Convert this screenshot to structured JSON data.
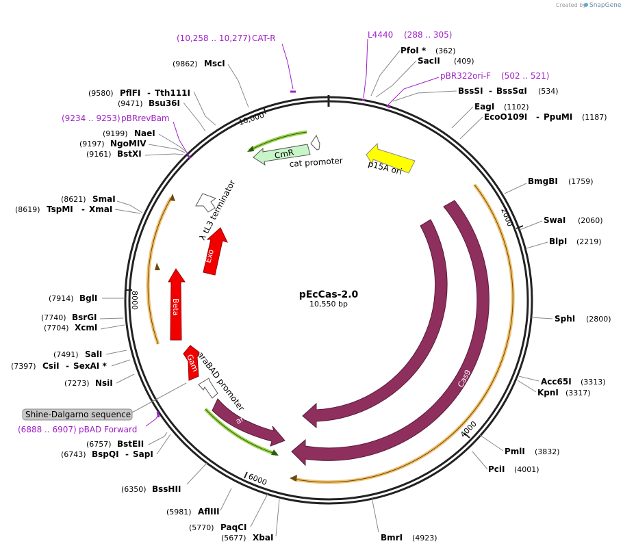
{
  "branding": {
    "created_by": "Created by",
    "app": "SnapGene"
  },
  "plasmid": {
    "name": "pEcCas-2.0",
    "length": "10,550 bp"
  },
  "tick_labels": [
    "10,000",
    "2000",
    "4000",
    "6000",
    "8000"
  ],
  "primers": [
    {
      "range": "(10,258 .. 10,277)",
      "name": "CAT-R"
    },
    {
      "name": "L4440",
      "range": "(288 .. 305)"
    },
    {
      "name": "pBR322ori-F",
      "range": "(502 .. 521)"
    },
    {
      "range": "(9234 .. 9253)",
      "name": "pBRrevBam"
    },
    {
      "range": "(6888 .. 6907)",
      "name": "pBAD Forward"
    }
  ],
  "sites_left": [
    {
      "pos": "(9862)",
      "name": "MscI"
    },
    {
      "pos": "(9580)",
      "name": "PflFI",
      "name2": "Tth111I"
    },
    {
      "pos": "(9471)",
      "name": "Bsu36I"
    },
    {
      "pos": "(9199)",
      "name": "NaeI"
    },
    {
      "pos": "(9197)",
      "name": "NgoMIV"
    },
    {
      "pos": "(9161)",
      "name": "BstXI"
    },
    {
      "pos": "(8621)",
      "name": "SmaI"
    },
    {
      "pos": "(8619)",
      "name": "TspMI",
      "name2": "XmaI"
    },
    {
      "pos": "(7914)",
      "name": "BglI"
    },
    {
      "pos": "(7740)",
      "name": "BsrGI"
    },
    {
      "pos": "(7704)",
      "name": "XcmI"
    },
    {
      "pos": "(7491)",
      "name": "SalI"
    },
    {
      "pos": "(7397)",
      "name": "CsiI",
      "name2": "SexAI *"
    },
    {
      "pos": "(7273)",
      "name": "NsiI"
    },
    {
      "pos": "(6757)",
      "name": "BstEII"
    },
    {
      "pos": "(6743)",
      "name": "BspQI",
      "name2": "SapI"
    },
    {
      "pos": "(6350)",
      "name": "BssHII"
    },
    {
      "pos": "(5981)",
      "name": "AflIII"
    },
    {
      "pos": "(5770)",
      "name": "PaqCI"
    },
    {
      "pos": "(5677)",
      "name": "XbaI"
    }
  ],
  "sites_right": [
    {
      "name": "PfoI *",
      "pos": "(362)"
    },
    {
      "name": "SacII",
      "pos": "(409)"
    },
    {
      "name": "BssSI",
      "name2": "BssSαI",
      "pos": "(534)"
    },
    {
      "name": "EagI",
      "pos": "(1102)"
    },
    {
      "name": "EcoO109I",
      "name2": "PpuMI",
      "pos": "(1187)"
    },
    {
      "name": "BmgBI",
      "pos": "(1759)"
    },
    {
      "name": "SwaI",
      "pos": "(2060)"
    },
    {
      "name": "BlpI",
      "pos": "(2219)"
    },
    {
      "name": "SphI",
      "pos": "(2800)"
    },
    {
      "name": "Acc65I",
      "pos": "(3313)"
    },
    {
      "name": "KpnI",
      "pos": "(3317)"
    },
    {
      "name": "PmlI",
      "pos": "(3832)"
    },
    {
      "name": "PciI",
      "pos": "(4001)"
    },
    {
      "name": "BmrI",
      "pos": "(4923)"
    }
  ],
  "features": {
    "cmr": "CmR",
    "cat_promoter": "cat promoter",
    "p15a": "p15A ori",
    "tl3": "λ tL3 terminator",
    "exo": "Exo",
    "beta": "Beta",
    "gam": "Gam",
    "arabad": "araBAD promoter",
    "arac": "araC",
    "cas9": "Cas9",
    "shine": "Shine-Dalgarno sequence"
  },
  "colors": {
    "backbone": "#222222",
    "cas9": "#8e2f5e",
    "red": "#f20000",
    "cmr": "#c8f5c8",
    "p15a": "#ffff00",
    "orange_band": "#f2c06a",
    "green_band": "#9ad24a",
    "primer": "#a020c8"
  }
}
